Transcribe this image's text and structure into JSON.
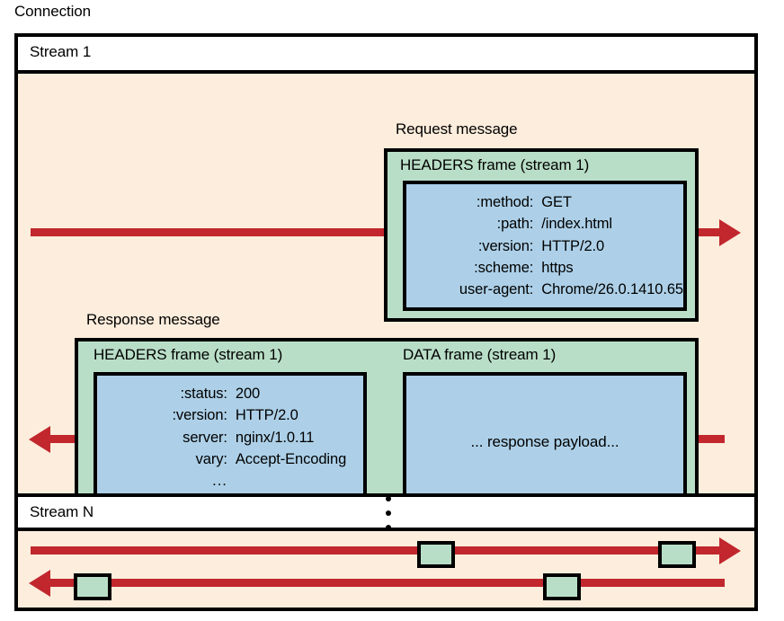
{
  "diagram": {
    "caption": "Connection",
    "streams": [
      {
        "id": "stream-1",
        "label": "Stream 1"
      },
      {
        "id": "stream-n",
        "label": "Stream N"
      }
    ],
    "ellipsis_icon": "vertical-ellipsis",
    "request": {
      "group_label": "Request message",
      "frame_title": "HEADERS frame (stream 1)",
      "headers": [
        {
          "key": ":method:",
          "value": "GET"
        },
        {
          "key": ":path:",
          "value": "/index.html"
        },
        {
          "key": ":version:",
          "value": "HTTP/2.0"
        },
        {
          "key": ":scheme:",
          "value": "https"
        },
        {
          "key": "user-agent:",
          "value": "Chrome/26.0.1410.65"
        }
      ],
      "direction": "right"
    },
    "response": {
      "group_label": "Response message",
      "headers_frame_title": "HEADERS frame (stream 1)",
      "headers": [
        {
          "key": ":status:",
          "value": "200"
        },
        {
          "key": ":version:",
          "value": "HTTP/2.0"
        },
        {
          "key": "server:",
          "value": "nginx/1.0.11"
        },
        {
          "key": "vary:",
          "value": "Accept-Encoding"
        }
      ],
      "headers_trailing_ellipsis": "...",
      "data_frame_title": "DATA frame (stream 1)",
      "data_payload_text": "... response payload...",
      "direction": "left"
    },
    "stream_n_flows": [
      {
        "direction": "right",
        "chips": [
          444,
          712
        ]
      },
      {
        "direction": "left",
        "chips": [
          62,
          584
        ]
      }
    ],
    "colors": {
      "connection_background": "#fceddc",
      "frame_green": "#b9dec7",
      "payload_blue": "#add0e8",
      "arrow_red": "#c1272d",
      "stroke_black": "#000000",
      "band_white": "#ffffff"
    }
  }
}
